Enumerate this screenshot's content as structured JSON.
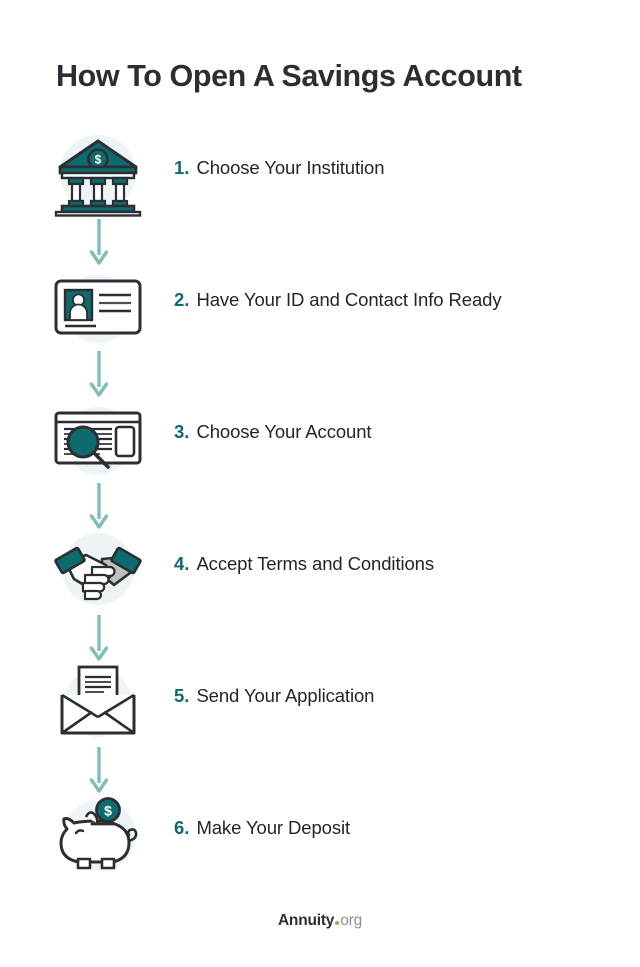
{
  "title": "How To Open A Savings Account",
  "colors": {
    "teal": "#0d6a6e",
    "teal_dark": "#0b6165",
    "arrow": "#7fbdb8",
    "circle_bg": "#eef3f6",
    "outline": "#2b2f33",
    "text": "#22262a",
    "title": "#2b2f33",
    "logo_dot_green": "#7dc142",
    "logo_tld_gray": "#8a9097"
  },
  "steps": [
    {
      "number": "1.",
      "label": "Choose Your Institution",
      "icon": "bank-icon"
    },
    {
      "number": "2.",
      "label": "Have Your ID and Contact Info Ready",
      "icon": "id-card-icon"
    },
    {
      "number": "3.",
      "label": "Choose Your Account",
      "icon": "document-magnifier-icon"
    },
    {
      "number": "4.",
      "label": "Accept Terms and Conditions",
      "icon": "handshake-icon"
    },
    {
      "number": "5.",
      "label": "Send Your Application",
      "icon": "envelope-icon"
    },
    {
      "number": "6.",
      "label": "Make Your Deposit",
      "icon": "piggy-bank-icon"
    }
  ],
  "connectors": [
    {
      "name": "arrow-down-icon"
    },
    {
      "name": "arrow-down-icon"
    },
    {
      "name": "arrow-down-icon"
    },
    {
      "name": "arrow-down-icon"
    },
    {
      "name": "arrow-down-icon"
    }
  ],
  "footer": {
    "brand": "Annuity",
    "tld": "org"
  }
}
